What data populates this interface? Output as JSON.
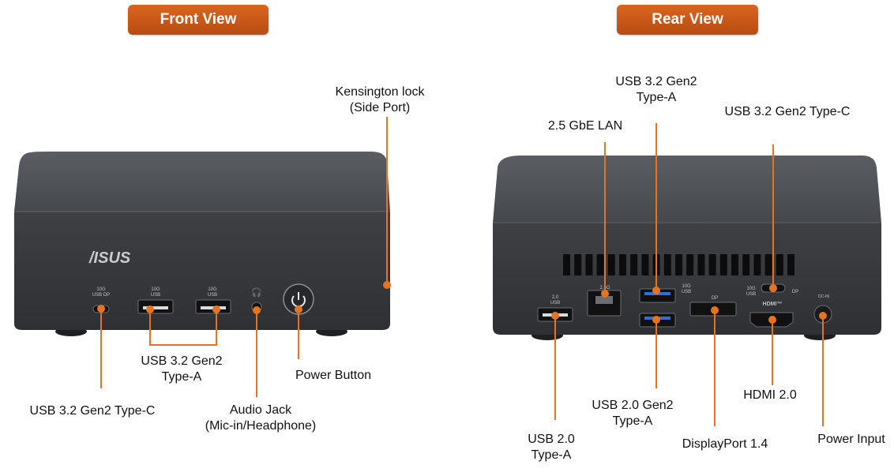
{
  "headers": {
    "front": "Front View",
    "rear": "Rear View"
  },
  "front": {
    "brand": "/ISUS",
    "port_marks": {
      "usbc": [
        "10G",
        "USB DP"
      ],
      "usba1": [
        "10G",
        "USB"
      ],
      "usba2": [
        "10G",
        "USB"
      ]
    },
    "labels": {
      "kensington": [
        "Kensington lock",
        "(Side Port)"
      ],
      "usb_a": [
        "USB 3.2 Gen2",
        "Type-A"
      ],
      "power": "Power Button",
      "usb_c": "USB 3.2 Gen2 Type-C",
      "audio": [
        "Audio Jack",
        "(Mic-in/Headphone)"
      ]
    }
  },
  "rear": {
    "port_marks": {
      "usb20": [
        "2.0",
        "USB"
      ],
      "lan": "2.5G",
      "usbg2": [
        "10G",
        "USB"
      ],
      "dp": "DP",
      "usbc": [
        "10G",
        "USB"
      ],
      "usbc_dp": "DP",
      "hdmi": "HDMI™",
      "dcin": "DC-IN"
    },
    "labels": {
      "usb_a_top": [
        "USB 3.2 Gen2",
        "Type-A"
      ],
      "lan": "2.5 GbE LAN",
      "usb_c": "USB 3.2 Gen2 Type-C",
      "usb20": [
        "USB 2.0",
        "Type-A"
      ],
      "usb20_gen2": [
        "USB 2.0 Gen2",
        "Type-A"
      ],
      "dp": "DisplayPort 1.4",
      "hdmi": "HDMI 2.0",
      "power_in": "Power Input"
    }
  },
  "colors": {
    "accent": "#e8731e",
    "header": "#c8561a",
    "chassis": "#3a3c40"
  }
}
